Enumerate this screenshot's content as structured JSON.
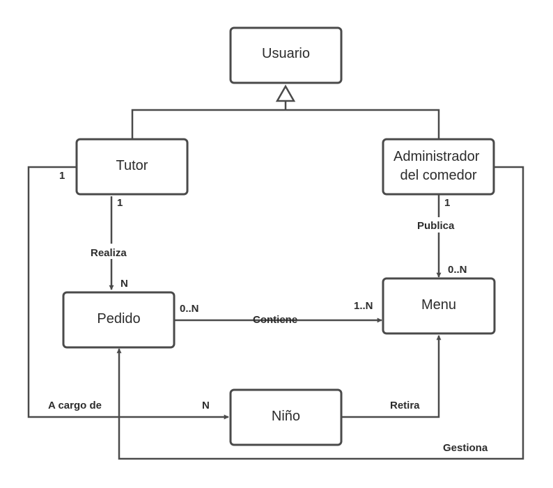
{
  "colors": {
    "line": "#4a4a4a",
    "text": "#2c2c2c",
    "box_fill": "#ffffff"
  },
  "entities": {
    "usuario": "Usuario",
    "tutor": "Tutor",
    "admin": [
      "Administrador",
      "del comedor"
    ],
    "pedido": "Pedido",
    "menu": "Menu",
    "nino": "Niño"
  },
  "relations": {
    "realiza": {
      "label": "Realiza",
      "from_card": "1",
      "to_card": "N"
    },
    "publica": {
      "label": "Publica",
      "from_card": "1",
      "to_card": "0..N"
    },
    "contiene": {
      "label": "Contiene",
      "from_card": "0..N",
      "to_card": "1..N"
    },
    "a_cargo_de": {
      "label": "A cargo de",
      "from_card": "1",
      "to_card": "N"
    },
    "retira": {
      "label": "Retira"
    },
    "gestiona": {
      "label": "Gestiona"
    }
  }
}
